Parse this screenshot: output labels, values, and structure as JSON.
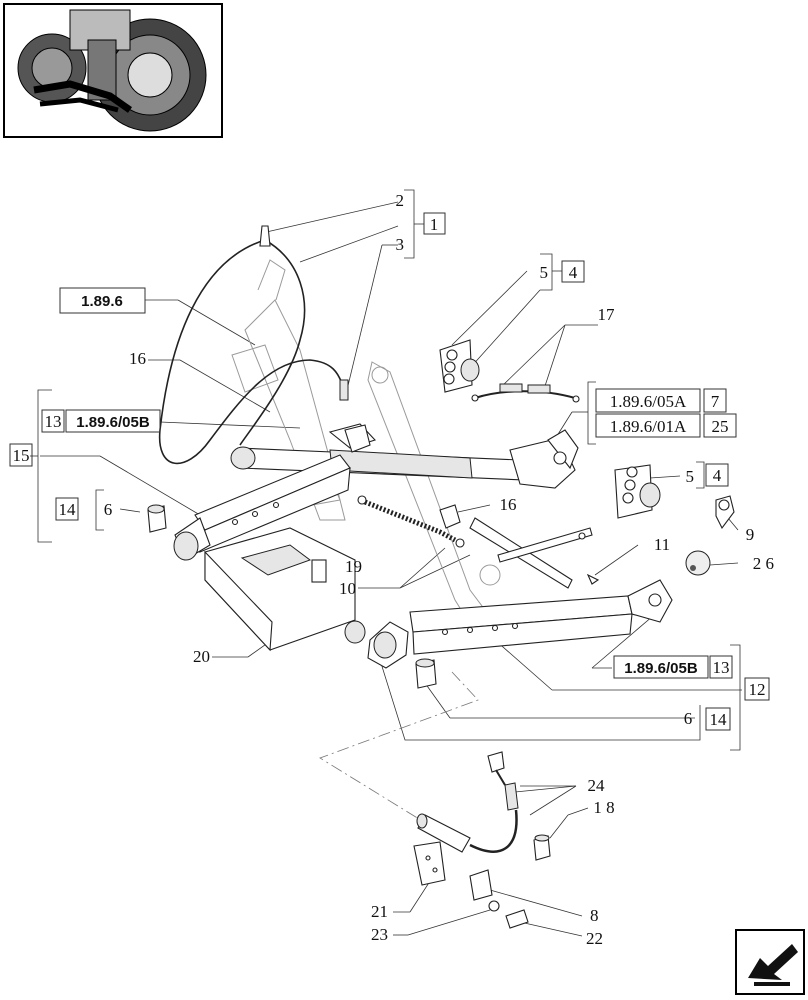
{
  "callouts": {
    "c1": "1",
    "c2": "2",
    "c3": "3",
    "c4a": "4",
    "c5a": "5",
    "c4b": "4",
    "c5b": "5",
    "c6a": "6",
    "c6b": "6",
    "c7": "7",
    "c8": "8",
    "c9": "9",
    "c10": "10",
    "c11": "11",
    "c12": "12",
    "c13a": "13",
    "c13b": "13",
    "c14a": "14",
    "c14b": "14",
    "c15": "15",
    "c16a": "16",
    "c16b": "16",
    "c17": "17",
    "c18": "1 8",
    "c19": "19",
    "c20": "20",
    "c21": "21",
    "c22": "22",
    "c23": "23",
    "c24": "24",
    "c25": "25",
    "c26": "2 6"
  },
  "references": {
    "r1896": "1.89.6",
    "r05b_left": "1.89.6/05B",
    "r05b_right": "1.89.6/05B",
    "r05a": "1.89.6/05A",
    "r01a": "1.89.6/01A"
  },
  "icons": {
    "thumbnail": "tractor-thumbnail-icon",
    "nav": "nav-arrow-icon"
  }
}
